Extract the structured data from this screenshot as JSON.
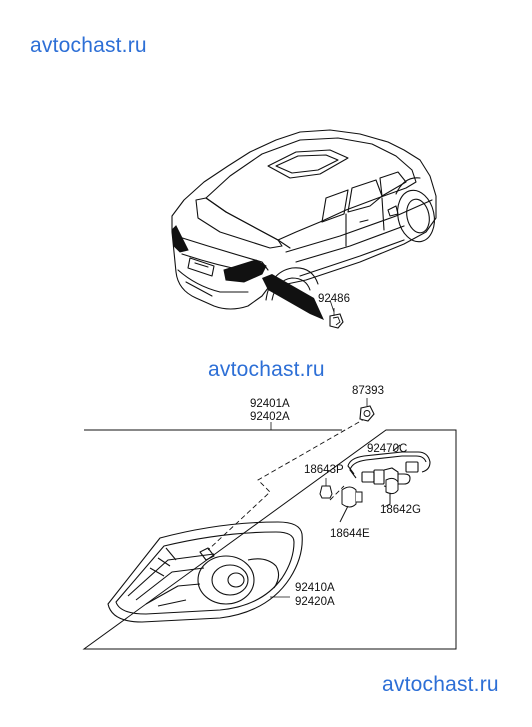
{
  "watermarks": [
    "avtochast.ru",
    "avtochast.ru",
    "avtochast.ru"
  ],
  "parts": {
    "clip_rear": "92486",
    "bolt": "87393",
    "lamp_assy": [
      "92401A",
      "92402A"
    ],
    "socket_wiring": "92470C",
    "bulb_small": "18643P",
    "bulb_large": "18642G",
    "bulb_stop": "18644E",
    "lens_housing": [
      "92410A",
      "92420A"
    ]
  },
  "colors": {
    "watermark": "#2d6fd6",
    "line": "#111111"
  }
}
